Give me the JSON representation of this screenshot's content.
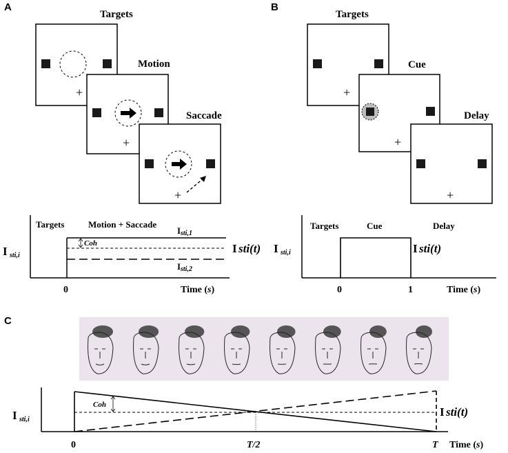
{
  "panels": {
    "A": {
      "letter": "A",
      "frames": {
        "targets": "Targets",
        "motion": "Motion",
        "saccade": "Saccade"
      },
      "plot": {
        "ylabel_main": "I",
        "ylabel_sub": "sti,i",
        "phase_left": "Targets",
        "phase_right": "Motion + Saccade",
        "line_top_main": "I",
        "line_top_sub": "sti,1",
        "line_bottom_main": "I",
        "line_bottom_sub": "sti,2",
        "mid_main": "I",
        "mid_sub": "sti(t)",
        "coh": "Coh",
        "tick_0": "0",
        "xlabel": "Time (",
        "xlabel_unit": "s",
        "xlabel_close": ")"
      }
    },
    "B": {
      "letter": "B",
      "frames": {
        "targets": "Targets",
        "cue": "Cue",
        "delay": "Delay"
      },
      "plot": {
        "ylabel_main": "I",
        "ylabel_sub": "sti,i",
        "phase_left": "Targets",
        "phase_mid": "Cue",
        "phase_right": "Delay",
        "mid_main": "I",
        "mid_sub": "sti(t)",
        "tick_0": "0",
        "tick_1": "1",
        "xlabel": "Time (",
        "xlabel_unit": "s",
        "xlabel_close": ")"
      }
    },
    "C": {
      "letter": "C",
      "plot": {
        "ylabel_main": "I",
        "ylabel_sub": "sti,i",
        "coh": "Coh",
        "mid_main": "I",
        "mid_sub": "sti(t)",
        "tick_0": "0",
        "tick_half": "T/2",
        "tick_T": "T",
        "xlabel": "Time (",
        "xlabel_unit": "s",
        "xlabel_close": ")"
      },
      "image_strip": {
        "faces_count": 8
      }
    }
  },
  "colors": {
    "ink": "#000000",
    "strip_background": "#ece4ec",
    "hair": "#555555",
    "cue_highlight": "#bdbdbd"
  }
}
